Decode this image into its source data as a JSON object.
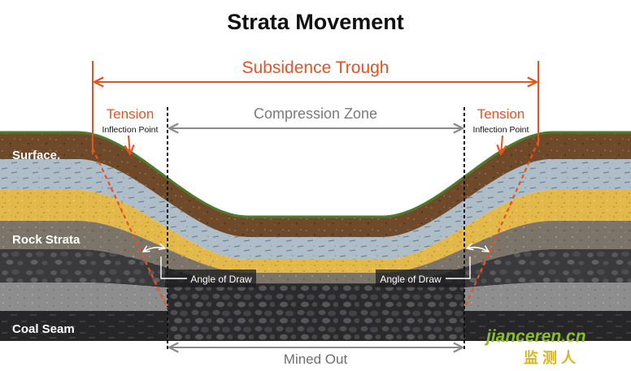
{
  "title": "Strata Movement",
  "trough_label": "Subsidence Trough",
  "compression_label": "Compression Zone",
  "tension_left": "Tension",
  "tension_right": "Tension",
  "inflection_left": "Inflection Point",
  "inflection_right": "Inflection Point",
  "layer_labels": {
    "surface": "Surface.",
    "rock_strata": "Rock Strata",
    "coal_seam": "Coal Seam"
  },
  "angle_left": "Angle of Draw",
  "angle_right": "Angle of Draw",
  "mined_out": "Mined Out",
  "watermark": {
    "text": "jianceren.cn",
    "cn_text": "监 测 人",
    "main_color": "#8bbf2a",
    "cn_color": "#d8b51c"
  },
  "colors": {
    "accent": "#e8521e",
    "arrow_gray": "#8a8a8a",
    "title": "#111111"
  }
}
